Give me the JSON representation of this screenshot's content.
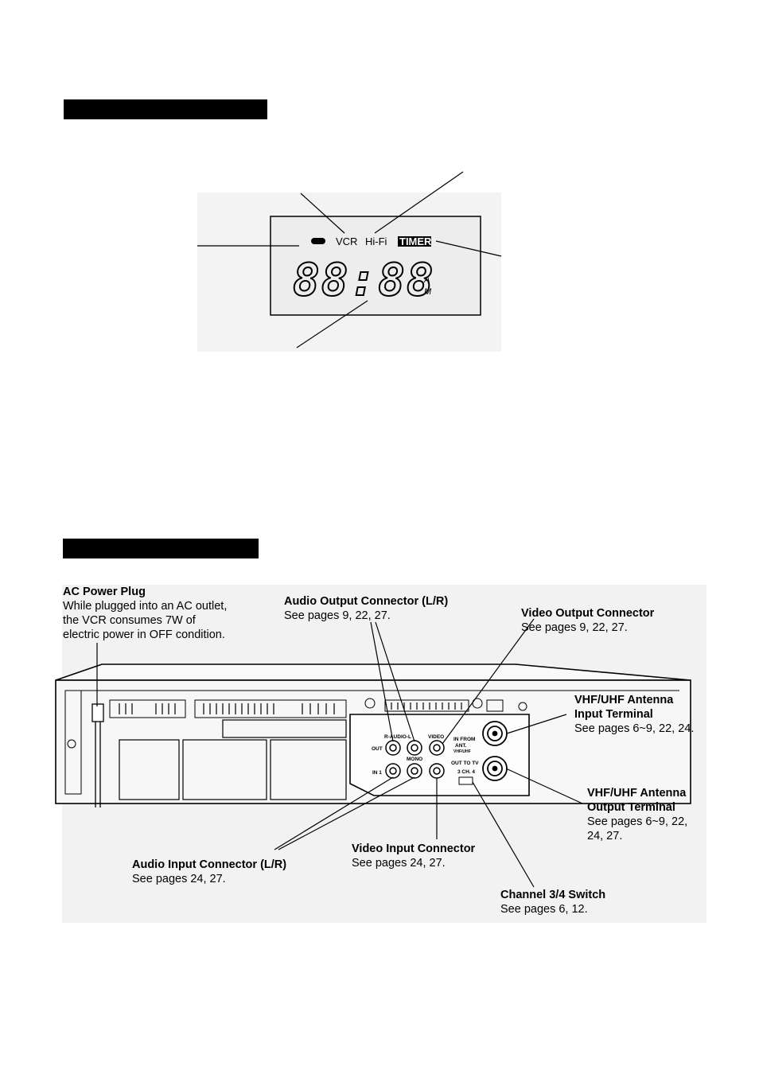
{
  "display": {
    "indicators": {
      "vcr": "VCR",
      "hifi": "Hi-Fi",
      "timer": "TIMER"
    },
    "clock": "88:88",
    "ampm": [
      "A",
      "M"
    ]
  },
  "rear": {
    "ac_power": {
      "title": "AC Power Plug",
      "lines": [
        "While plugged into an AC outlet,",
        "the VCR consumes 7W of",
        "electric power in OFF condition."
      ]
    },
    "audio_out": {
      "title": "Audio Output Connector (L/R)",
      "pages": "See pages 9, 22, 27."
    },
    "video_out": {
      "title": "Video Output Connector",
      "pages": "See pages 9, 22, 27."
    },
    "ant_in": {
      "title1": "VHF/UHF Antenna",
      "title2": "Input Terminal",
      "pages": "See pages 6~9, 22, 24."
    },
    "ant_out": {
      "title1": "VHF/UHF Antenna",
      "title2": "Output Terminal",
      "pages1": "See pages 6~9, 22,",
      "pages2": "24, 27."
    },
    "video_in": {
      "title": "Video Input Connector",
      "pages": "See pages 24, 27."
    },
    "audio_in": {
      "title": "Audio Input Connector (L/R)",
      "pages": "See pages 24, 27."
    },
    "ch_switch": {
      "title": "Channel 3/4 Switch",
      "pages": "See pages 6, 12."
    },
    "panel": {
      "out": "OUT",
      "r_audio_l": "R-AUDIO-L",
      "video": "VIDEO",
      "in1": "IN 1",
      "mono": "MONO",
      "in_from": "IN FROM",
      "ant": "ANT.",
      "vhfuhf": "VHF/UHF",
      "out_to_tv": "OUT TO TV",
      "ch": "3  CH.  4"
    }
  }
}
